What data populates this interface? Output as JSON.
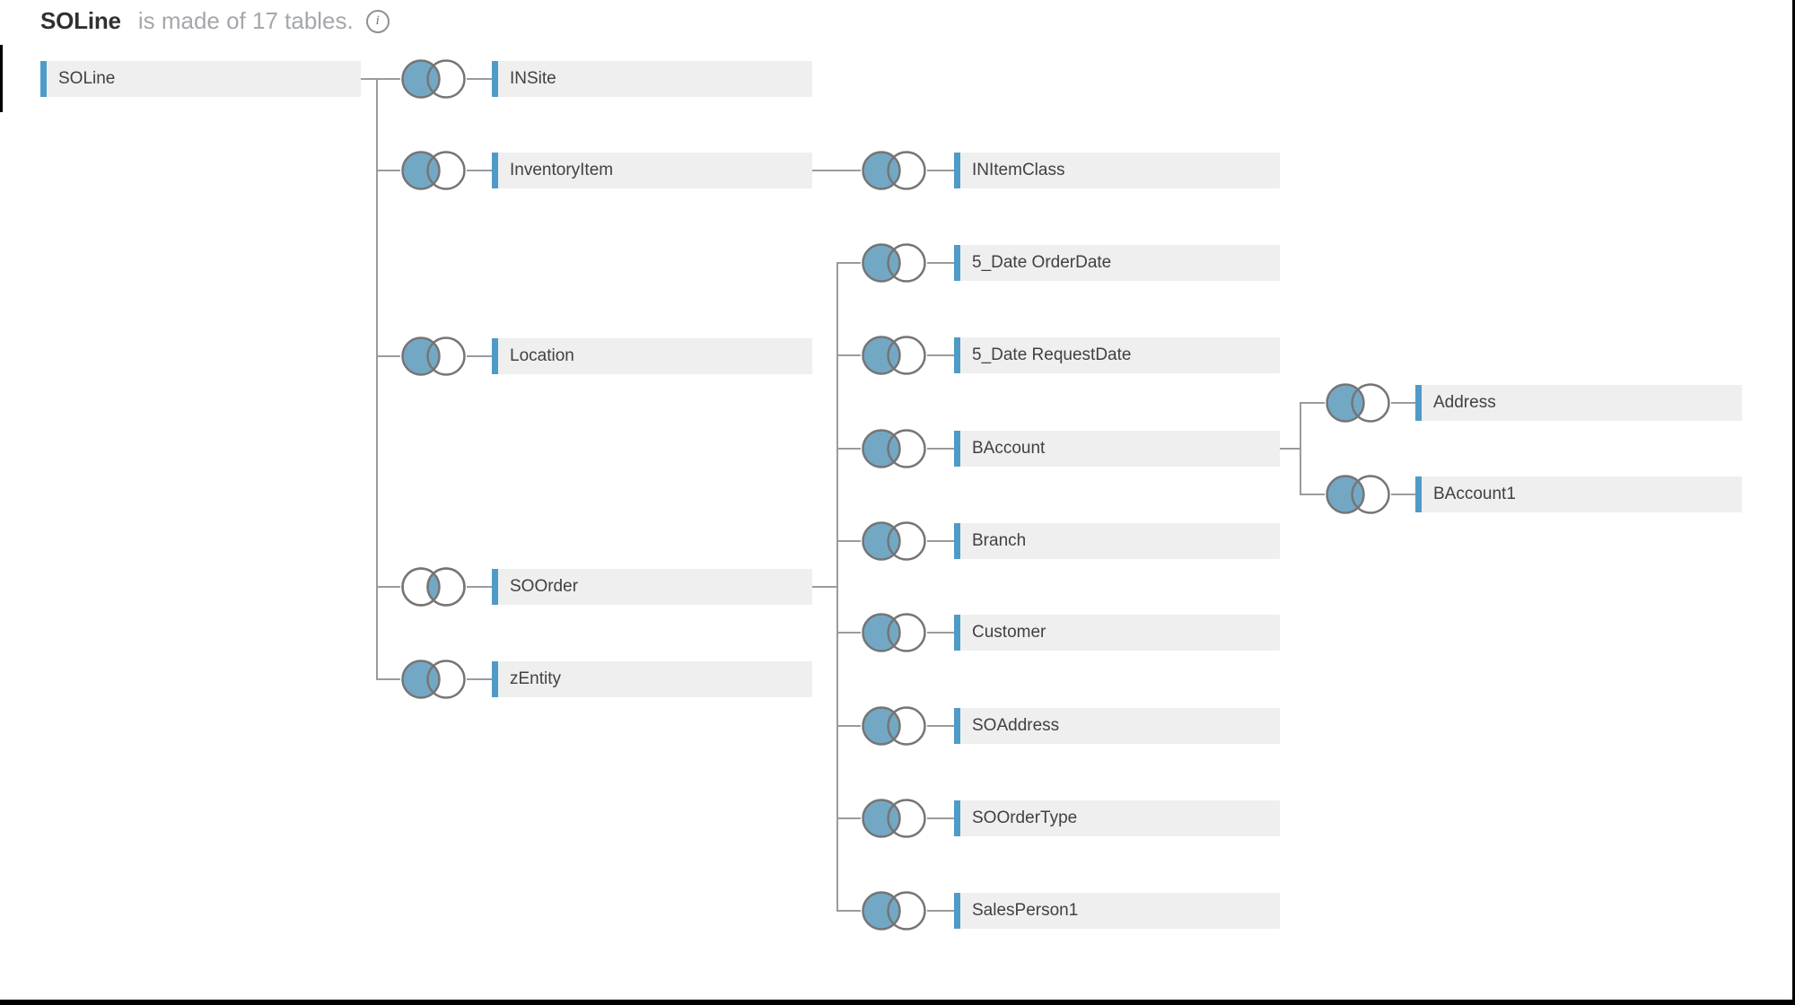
{
  "header": {
    "title_table": "SOLine",
    "title_rest": "is made of 17 tables.",
    "info_glyph": "i"
  },
  "colors": {
    "accent_bar": "#4f9bc8",
    "join_fill": "#73a8c5",
    "join_stroke": "#757575",
    "box_background": "#efefef",
    "connector": "#9b9b9b",
    "title_dark": "#303030",
    "title_gray": "#a4a7ab",
    "label_text": "#414141"
  },
  "diagram": {
    "root": {
      "label": "SOLine"
    },
    "nodes": [
      {
        "label": "INSite",
        "join": "left"
      },
      {
        "label": "InventoryItem",
        "join": "left"
      },
      {
        "label": "Location",
        "join": "left"
      },
      {
        "label": "SOOrder",
        "join": "inner"
      },
      {
        "label": "zEntity",
        "join": "left"
      },
      {
        "label": "INItemClass",
        "join": "left"
      },
      {
        "label": "5_Date OrderDate",
        "join": "left"
      },
      {
        "label": "5_Date RequestDate",
        "join": "left"
      },
      {
        "label": "BAccount",
        "join": "left"
      },
      {
        "label": "Branch",
        "join": "left"
      },
      {
        "label": "Customer",
        "join": "left"
      },
      {
        "label": "SOAddress",
        "join": "left"
      },
      {
        "label": "SOOrderType",
        "join": "left"
      },
      {
        "label": "SalesPerson1",
        "join": "left"
      },
      {
        "label": "Address",
        "join": "left"
      },
      {
        "label": "BAccount1",
        "join": "left"
      }
    ]
  }
}
